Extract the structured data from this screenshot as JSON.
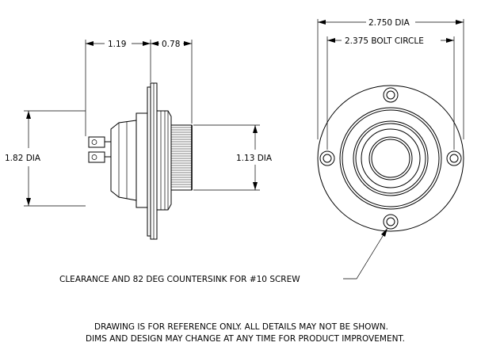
{
  "dimensions": {
    "top_left": "1.19",
    "top_right": "0.78",
    "left_height": "1.82 DIA",
    "right_height": "1.13 DIA",
    "outer_diameter": "2.750 DIA",
    "bolt_circle": "2.375 BOLT CIRCLE"
  },
  "callout": "CLEARANCE AND 82 DEG COUNTERSINK FOR #10 SCREW",
  "notes": {
    "line1": "DRAWING IS FOR REFERENCE ONLY. ALL DETAILS MAY NOT BE SHOWN.",
    "line2": "DIMS AND DESIGN MAY CHANGE AT ANY TIME FOR PRODUCT IMPROVEMENT."
  }
}
